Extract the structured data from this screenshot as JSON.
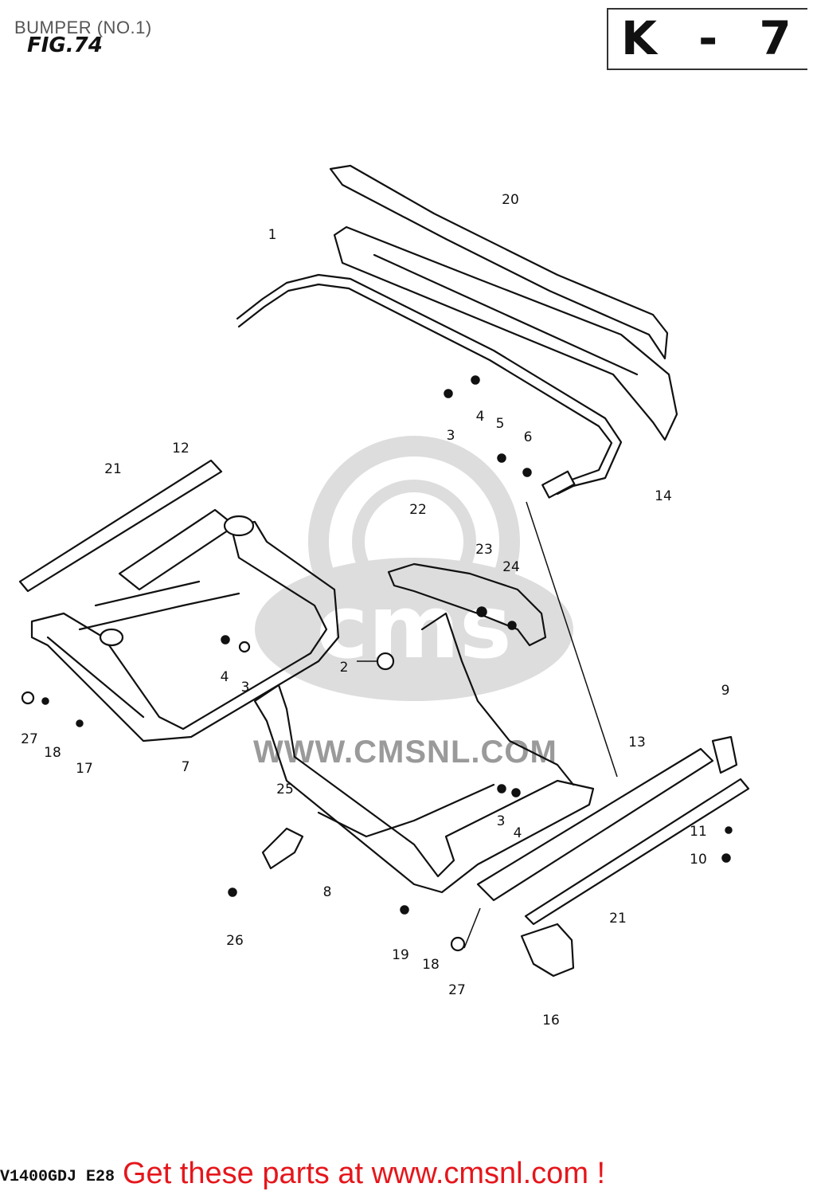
{
  "header": {
    "section_title": "BUMPER (NO.1)",
    "figure_label": "FIG.74",
    "group_code": "K - 7"
  },
  "footer": {
    "model_code": "V1400GDJ E28",
    "cta_text": "Get these parts at www.cmsnl.com !"
  },
  "watermark": {
    "text": "WWW.CMSNL.COM"
  },
  "callouts": [
    "1",
    "20",
    "3",
    "4",
    "5",
    "6",
    "14",
    "21",
    "12",
    "22",
    "23",
    "24",
    "2",
    "4",
    "3",
    "9",
    "27",
    "18",
    "17",
    "7",
    "13",
    "25",
    "3",
    "4",
    "11",
    "10",
    "8",
    "26",
    "19",
    "18",
    "27",
    "21",
    "16"
  ]
}
